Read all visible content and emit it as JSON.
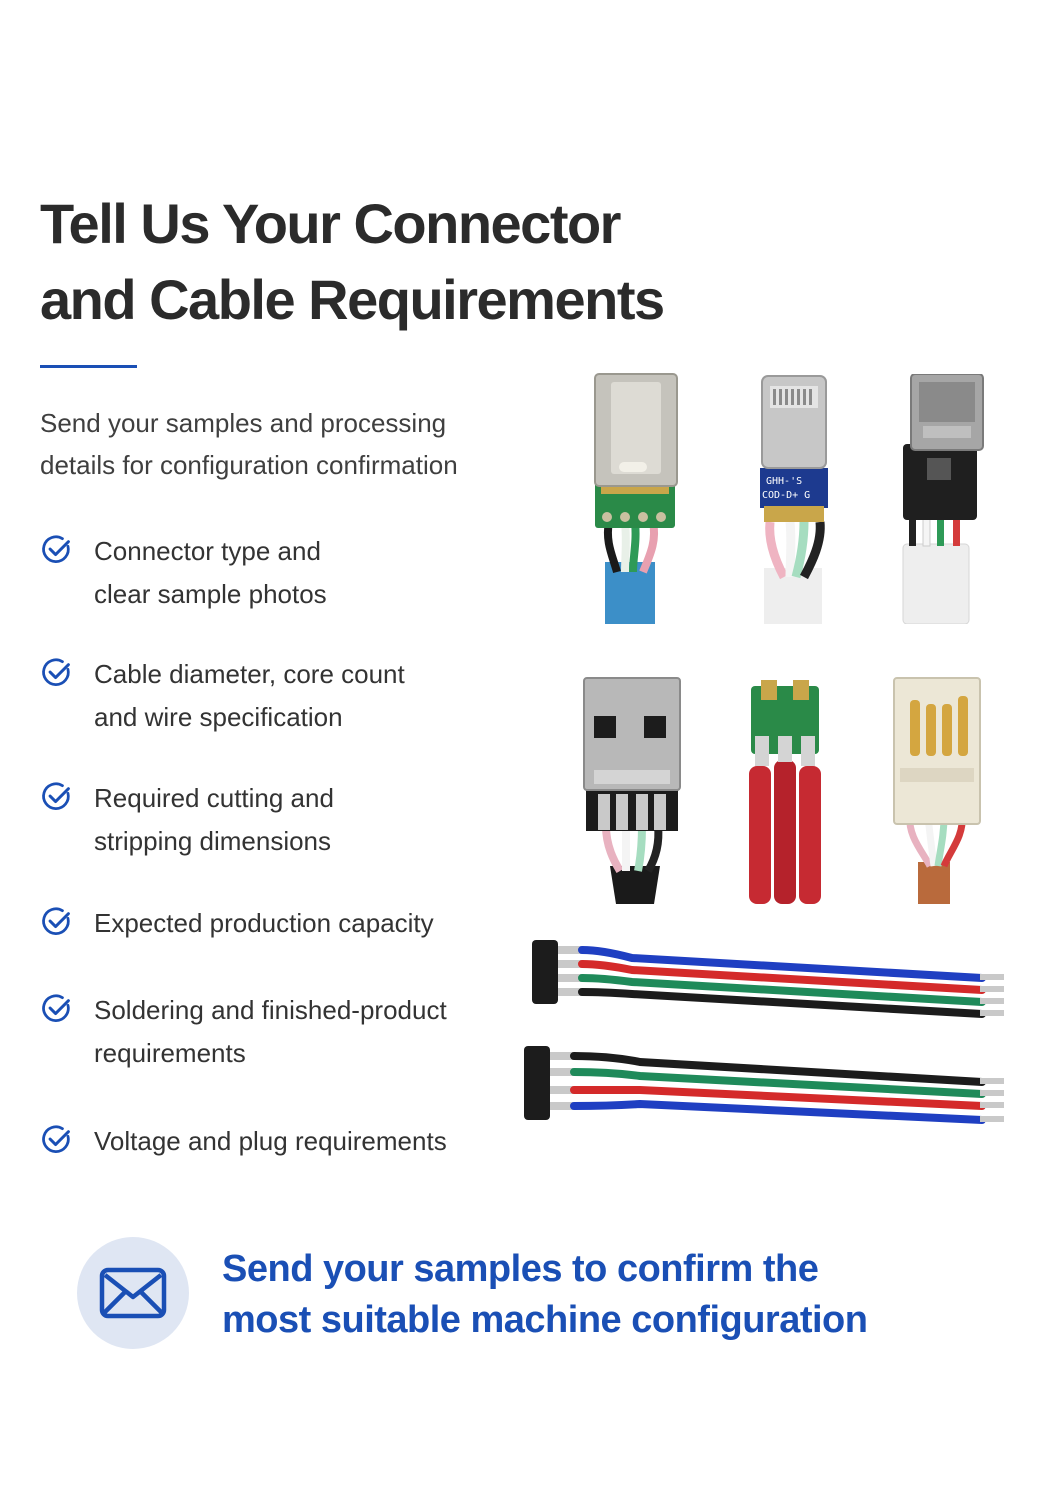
{
  "heading": {
    "line1": "Tell Us Your Connector",
    "line2": "and Cable Requirements"
  },
  "intro": {
    "line1": "Send your samples and processing",
    "line2": "details for configuration confirmation"
  },
  "requirements": [
    {
      "line1": "Connector type and",
      "line2": "clear sample photos"
    },
    {
      "line1": "Cable diameter, core count",
      "line2": "and wire specification"
    },
    {
      "line1": "Required cutting and",
      "line2": "stripping dimensions"
    },
    {
      "line1": "Expected production capacity",
      "line2": ""
    },
    {
      "line1": "Soldering and finished-product",
      "line2": "requirements"
    },
    {
      "line1": "Voltage and plug requirements",
      "line2": ""
    }
  ],
  "photos": {
    "lightning_pcb_text1": "GHH-'S",
    "lightning_pcb_text2": "COD-D+ G"
  },
  "cta": {
    "line1": "Send your samples to confirm the",
    "line2": "most suitable machine configuration"
  },
  "icons": {
    "check": "check-circle-icon",
    "cta": "envelope-icon"
  },
  "colors": {
    "accent": "#1a4fb5",
    "heading": "#2b2b2b",
    "body": "#333333",
    "cta_circle": "#dfe6f3"
  }
}
